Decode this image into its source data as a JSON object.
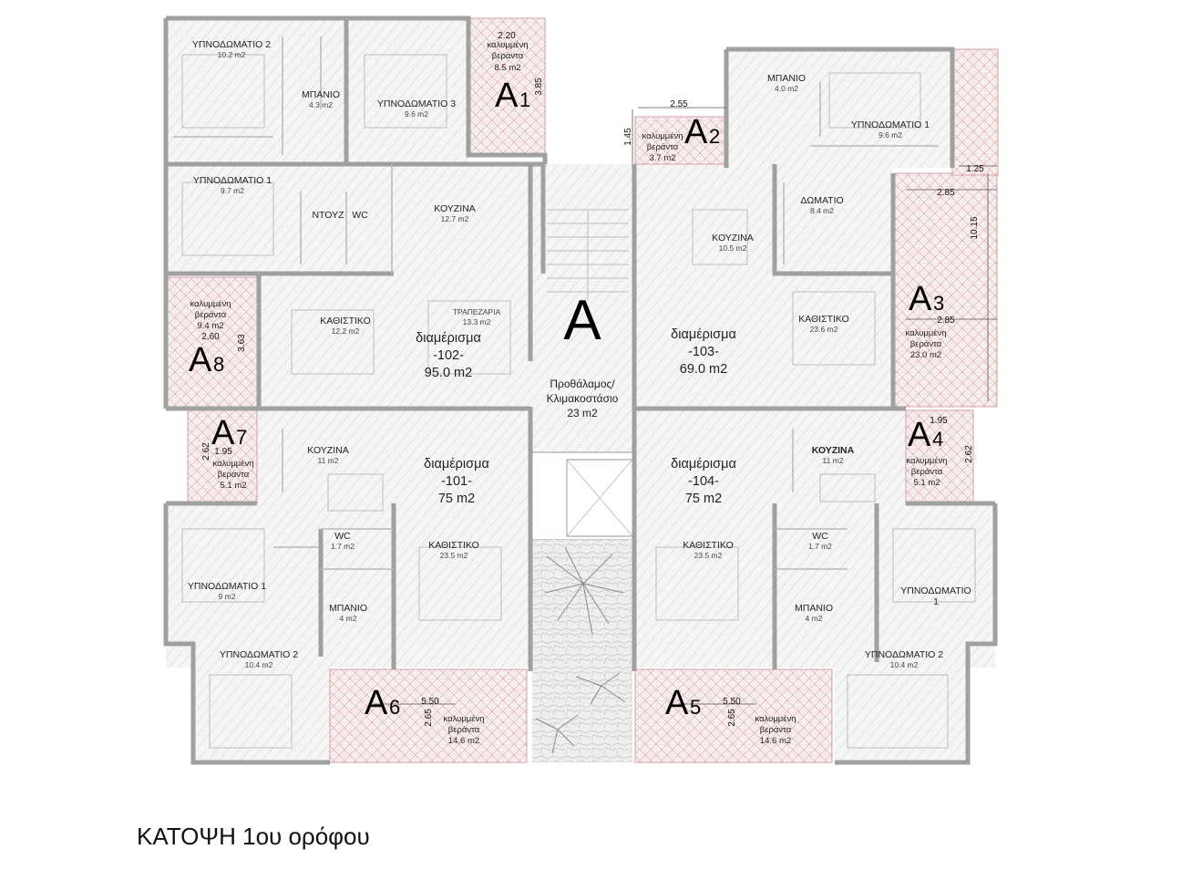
{
  "plan_title": "ΚΑΤΟΨΗ 1ου ορόφου",
  "core": {
    "label": "A",
    "lobby_line1": "Προθάλαμος/",
    "lobby_line2": "Κλιμακοστάσιο",
    "lobby_area": "23 m2"
  },
  "apartments": [
    {
      "id": "apt-102",
      "l1": "διαμέρισμα",
      "l2": "-102-",
      "l3": "95.0 m2"
    },
    {
      "id": "apt-103",
      "l1": "διαμέρισμα",
      "l2": "-103-",
      "l3": "69.0 m2"
    },
    {
      "id": "apt-101",
      "l1": "διαμέρισμα",
      "l2": "-101-",
      "l3": "75 m2"
    },
    {
      "id": "apt-104",
      "l1": "διαμέρισμα",
      "l2": "-104-",
      "l3": "75 m2"
    }
  ],
  "rooms": [
    {
      "name": "ΥΠΝΟΔΩΜΑΤΙΟ 2",
      "area": "10.2 m2"
    },
    {
      "name": "ΜΠΑΝΙΟ",
      "area": "4.3 m2"
    },
    {
      "name": "ΥΠΝΟΔΩΜΑΤΙΟ 3",
      "area": "9.6 m2"
    },
    {
      "name": "ΥΠΝΟΔΩΜΑΤΙΟ 1",
      "area": "9.7 m2"
    },
    {
      "name": "ΝΤΟΥΖ",
      "area": ""
    },
    {
      "name": "WC",
      "area": ""
    },
    {
      "name": "ΚΟΥΖΙΝΑ",
      "area": "12.7 m2"
    },
    {
      "name": "ΚΑΘΙΣΤΙΚΟ",
      "area": "12.2 m2"
    },
    {
      "name": "ΤΡΑΠΕΖΑΡΙΑ",
      "area": "13.3 m2"
    },
    {
      "name": "ΜΠΑΝΙΟ",
      "area": "4.0 m2"
    },
    {
      "name": "ΥΠΝΟΔΩΜΑΤΙΟ 1",
      "area": "9.6 m2"
    },
    {
      "name": "ΔΩΜΑΤΙΟ",
      "area": "8.4 m2"
    },
    {
      "name": "ΚΟΥΖΙΝΑ",
      "area": "10.5 m2"
    },
    {
      "name": "ΚΑΘΙΣΤΙΚΟ",
      "area": "23.6 m2"
    },
    {
      "name": "ΚΟΥΖΙΝΑ",
      "area": "11 m2"
    },
    {
      "name": "WC",
      "area": "1.7 m2"
    },
    {
      "name": "ΚΑΘΙΣΤΙΚΟ",
      "area": "23.5 m2"
    },
    {
      "name": "ΥΠΝΟΔΩΜΑΤΙΟ 1",
      "area": "9 m2"
    },
    {
      "name": "ΜΠΑΝΙΟ",
      "area": "4 m2"
    },
    {
      "name": "ΥΠΝΟΔΩΜΑΤΙΟ 2",
      "area": "10.4 m2"
    },
    {
      "name": "ΚΟΥΖΙΝΑ",
      "area": "11 m2"
    },
    {
      "name": "WC",
      "area": "1.7 m2"
    },
    {
      "name": "ΚΑΘΙΣΤΙΚΟ",
      "area": "23.5 m2"
    },
    {
      "name": "ΥΠΝΟΔΩΜΑΤΙΟ",
      "area": "1"
    },
    {
      "name": "ΜΠΑΝΙΟ",
      "area": "4 m2"
    },
    {
      "name": "ΥΠΝΟΔΩΜΑΤΙΟ 2",
      "area": "10.4 m2"
    }
  ],
  "balconies": [
    {
      "tag": "A",
      "num": "1",
      "l1": "καλυμμένη",
      "l2": "βεράντα",
      "area": "8.5 m2"
    },
    {
      "tag": "A",
      "num": "2",
      "l1": "καλυμμένη",
      "l2": "βεράντα",
      "area": "3.7 m2"
    },
    {
      "tag": "A",
      "num": "3",
      "l1": "καλυμμένη",
      "l2": "βεράντα",
      "area": "23.0 m2"
    },
    {
      "tag": "A",
      "num": "4",
      "l1": "καλυμμένη",
      "l2": "βεράντα",
      "area": "5.1 m2"
    },
    {
      "tag": "A",
      "num": "5",
      "l1": "καλυμμένη",
      "l2": "βεράντα",
      "area": "14.6 m2"
    },
    {
      "tag": "A",
      "num": "6",
      "l1": "καλυμμένη",
      "l2": "βεράντα",
      "area": "14.6 m2"
    },
    {
      "tag": "A",
      "num": "7",
      "l1": "καλυμμένη",
      "l2": "βεράντα",
      "area": "5.1 m2"
    },
    {
      "tag": "A",
      "num": "8",
      "l1": "καλυμμένη",
      "l2": "βεράντα",
      "area": "9.4 m2"
    }
  ],
  "dimensions": [
    "2.20",
    "3.85",
    "2.55",
    "1.45",
    "1.25",
    "2.85",
    "10.15",
    "2.85",
    "1.95",
    "2.62",
    "5.50",
    "2.65",
    "5.50",
    "2.65",
    "1.95",
    "2.62",
    "2.60",
    "3.63"
  ],
  "colors": {
    "wall": "#a8aaa8",
    "floor": "#f3f4f3",
    "hatch": "#cdd0cd",
    "balcony_fill": "#f7eeee",
    "balcony_line": "#d6a0a8",
    "ink": "#111111"
  }
}
